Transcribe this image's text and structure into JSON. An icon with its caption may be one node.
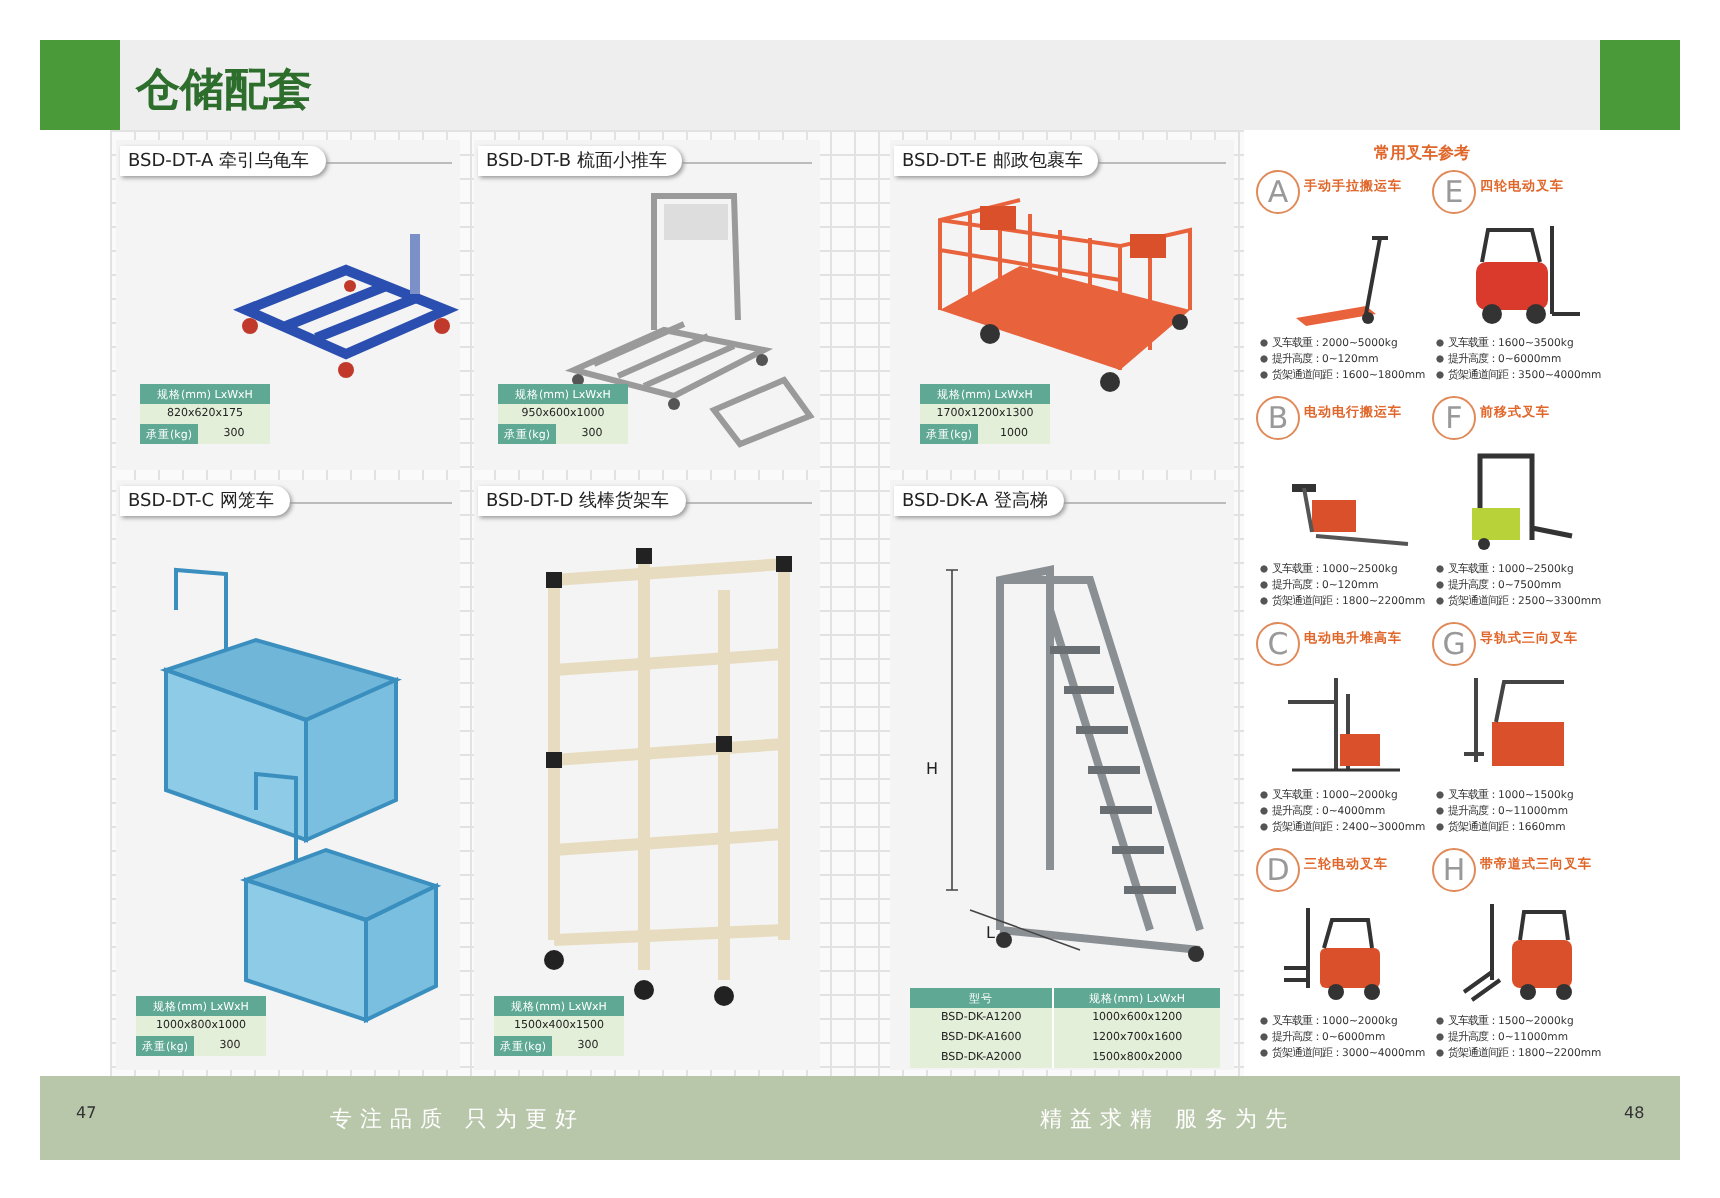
{
  "diagram": {
    "title": "仓储配套",
    "nodes": [
      {
        "text": [
          "BSD-DT-A 牵引乌龟车",
          "规格(mm) LxWxH",
          "820x620x175",
          "承重(kg)",
          "300"
        ]
      },
      {
        "text": [
          "BSD-DT-B 梳面小推车",
          "规格(mm) LxWxH",
          "950x600x1000",
          "承重(kg)",
          "300"
        ]
      },
      {
        "text": [
          "BSD-DT-E 邮政包裹车",
          "规格(mm) LxWxH",
          "1700x1200x1300",
          "承重(kg)",
          "1000"
        ]
      },
      {
        "text": [
          "常用叉车参考"
        ]
      },
      {
        "text": [
          "A",
          "手动手拉搬运车",
          "叉车载重：2000~5000kg",
          "提升高度：0~120mm",
          "货架通道间距：1600~1800mm"
        ],
        "in": 3
      },
      {
        "text": [
          "E",
          "四轮电动叉车",
          "叉车载重：1600~3500kg",
          "提升高度：0~6000mm",
          "货架通道间距：3500~4000mm"
        ],
        "in": 3
      },
      {
        "text": [
          "B",
          "电动电行搬运车",
          "叉车载重：1000~2500kg",
          "提升高度：0~120mm",
          "货架通道间距：1800~2200mm"
        ],
        "in": 3
      },
      {
        "text": [
          "F",
          "前移式叉车",
          "叉车载重：1000~2500kg",
          "提升高度：0~7500mm",
          "货架通道间距：2500~3300mm"
        ],
        "in": 3
      },
      {
        "text": [
          "C",
          "电动电升堆高车",
          "叉车载重：1000~2000kg",
          "提升高度：0~4000mm",
          "货架通道间距：2400~3000mm"
        ],
        "in": 3
      },
      {
        "text": [
          "G",
          "导轨式三向叉车",
          "叉车载重：1000~1500kg",
          "提升高度：0~11000mm",
          "货架通道间距：1660mm"
        ],
        "in": 3
      },
      {
        "text": [
          "D",
          "三轮电动叉车",
          "叉车载重：1000~2000kg",
          "提升高度：0~6000mm",
          "货架通道间距：3000~4000mm"
        ],
        "in": 3
      },
      {
        "text": [
          "H",
          "带帝道式三向叉车",
          "叉车载重：1500~2000kg",
          "提升高度：0~11000mm",
          "货架通道间距：1800~2200mm"
        ],
        "in": 3
      },
      {
        "text": [
          "BSD-DT-C 网笼车",
          "规格(mm) LxWxH",
          "1000x800x1000",
          "承重(kg)",
          "300"
        ]
      },
      {
        "text": [
          "BSD-DT-D 线棒货架车",
          "规格(mm) LxWxH",
          "1500x400x1500",
          "承重(kg)",
          "300"
        ]
      },
      {
        "text": [
          "BSD-DK-A 登高梯",
          "H",
          "L",
          "型号",
          "规格(mm) LxWxH",
          "BSD-DK-A1200",
          "1000x600x1200",
          "BSD-DK-A1600",
          "1200x700x1600",
          "BSD-DK-A2000",
          "1500x800x2000"
        ]
      }
    ],
    "labels": [
      "47",
      "专注品质 只为更好",
      "精益求精 服务为先",
      "48"
    ]
  }
}
